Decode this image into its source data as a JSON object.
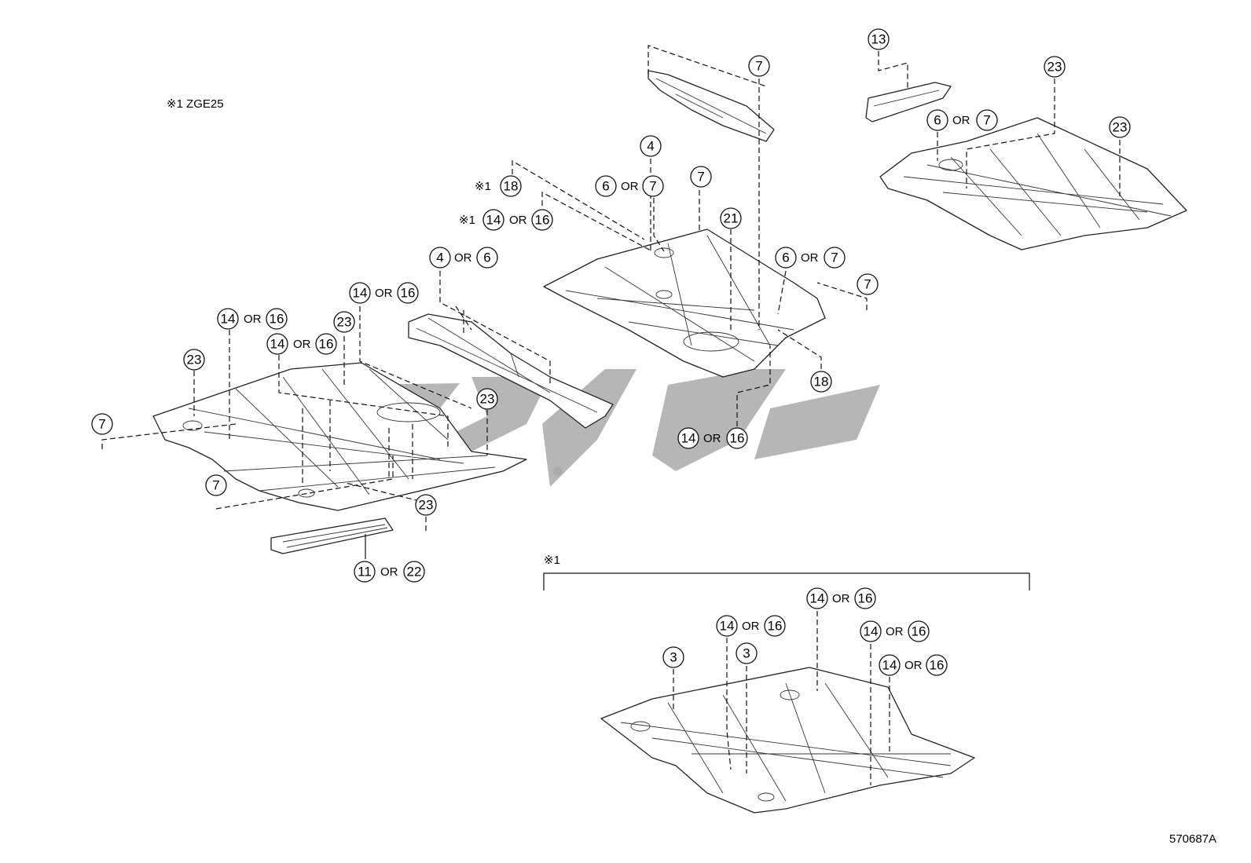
{
  "note": "※1 ZGE25",
  "group_label": "※1",
  "drawing_code": "570687A",
  "or_text": "OR",
  "ref_mark": "※1",
  "callouts": {
    "n3": "3",
    "n4": "4",
    "n6": "6",
    "n7": "7",
    "n11": "11",
    "n13": "13",
    "n14": "14",
    "n16": "16",
    "n18": "18",
    "n21": "21",
    "n22": "22",
    "n23": "23"
  }
}
